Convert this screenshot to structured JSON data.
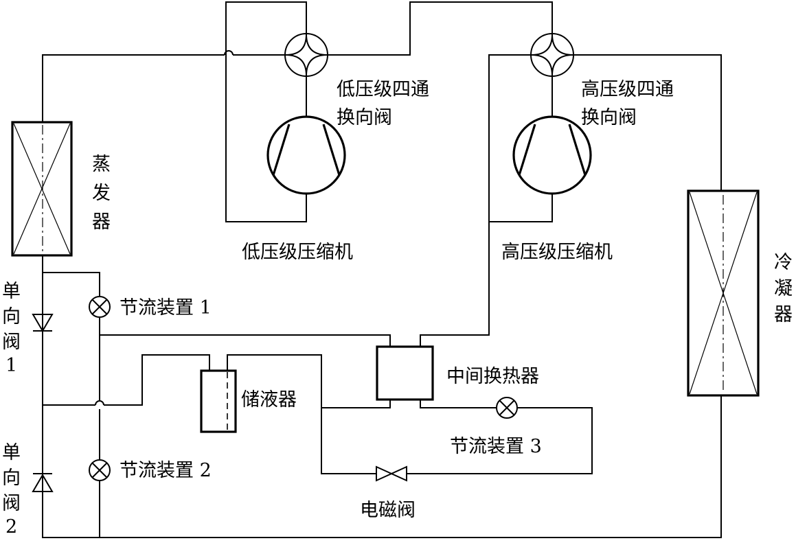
{
  "labels": {
    "evaporator": [
      "蒸",
      "发",
      "器"
    ],
    "condenser": [
      "冷",
      "凝",
      "器"
    ],
    "low_valve": [
      "低压级四通",
      "换向阀"
    ],
    "high_valve": [
      "高压级四通",
      "换向阀"
    ],
    "low_compressor": "低压级压缩机",
    "high_compressor": "高压级压缩机",
    "check_valve_1": [
      "单",
      "向",
      "阀",
      "1"
    ],
    "check_valve_2": [
      "单",
      "向",
      "阀",
      "2"
    ],
    "throttle_1": "节流装置 1",
    "throttle_2": "节流装置 2",
    "throttle_3": "节流装置 3",
    "receiver": "储液器",
    "intermediate_hx": "中间换热器",
    "solenoid": "电磁阀"
  }
}
